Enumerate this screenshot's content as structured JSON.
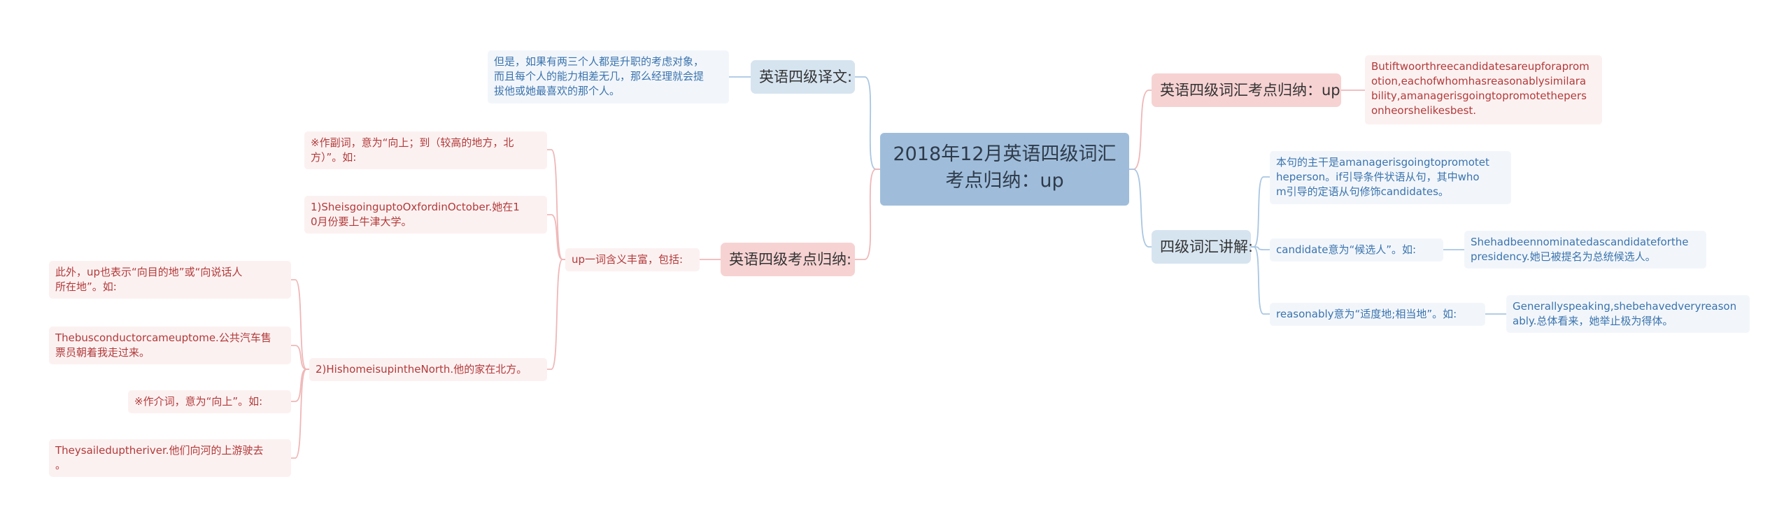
{
  "mindmap": {
    "root": "2018年12月英语四级词汇\n考点归纳：up",
    "yiwen": {
      "label": "英语四级译文:",
      "text": "但是，如果有两三个人都是升职的考虑对象，\n而且每个人的能力相差无几，那么经理就会提\n拔他或她最喜欢的那个人。"
    },
    "kaodian": {
      "label": "英语四级考点归纳:",
      "intro": "up一词含义丰富，包括:",
      "adv_def": "※作副词，意为“向上；到（较高的地方，北\n方）”。如:",
      "ex1": "1)SheisgoinguptoOxfordinOctober.她在1\n0月份要上牛津大学。",
      "ex2": "2)HishomeisupintheNorth.他的家在北方。",
      "dest": "此外，up也表示“向目的地”或“向说话人\n所在地”。如:",
      "bus": "Thebusconductorcameuptome.公共汽车售\n票员朝着我走过来。",
      "prep_def": "※作介词，意为“向上”。如:",
      "river": "Theysaileduptheriver.他们向河的上游驶去\n。"
    },
    "cihui": {
      "label": "英语四级词汇考点归纳：up",
      "text": "Butiftwoorthreecandidatesareupforaprom\notion,eachofwhomhasreasonablysimilara\nbility,amanagerisgoingtopromotethepers\nonheorshelikesbest."
    },
    "jiangjie": {
      "label": "四级词汇讲解:",
      "subject": "本句的主干是amanagerisgoingtopromotet\nheperson。if引导条件状语从句，其中who\nm引导的定语从句修饰candidates。",
      "candidate": "candidate意为“候选人”。如:",
      "candidate_ex": "Shehadbeennominatedascandidateforthe\npresidency.她已被提名为总统候选人。",
      "reasonably": "reasonably意为“适度地;相当地”。如:",
      "reasonably_ex": "Generallyspeaking,shebehavedveryreason\nably.总体看来，她举止极为得体。"
    }
  },
  "colors": {
    "blue_line": "#a9c6e2",
    "pink_line": "#efb7b7"
  }
}
